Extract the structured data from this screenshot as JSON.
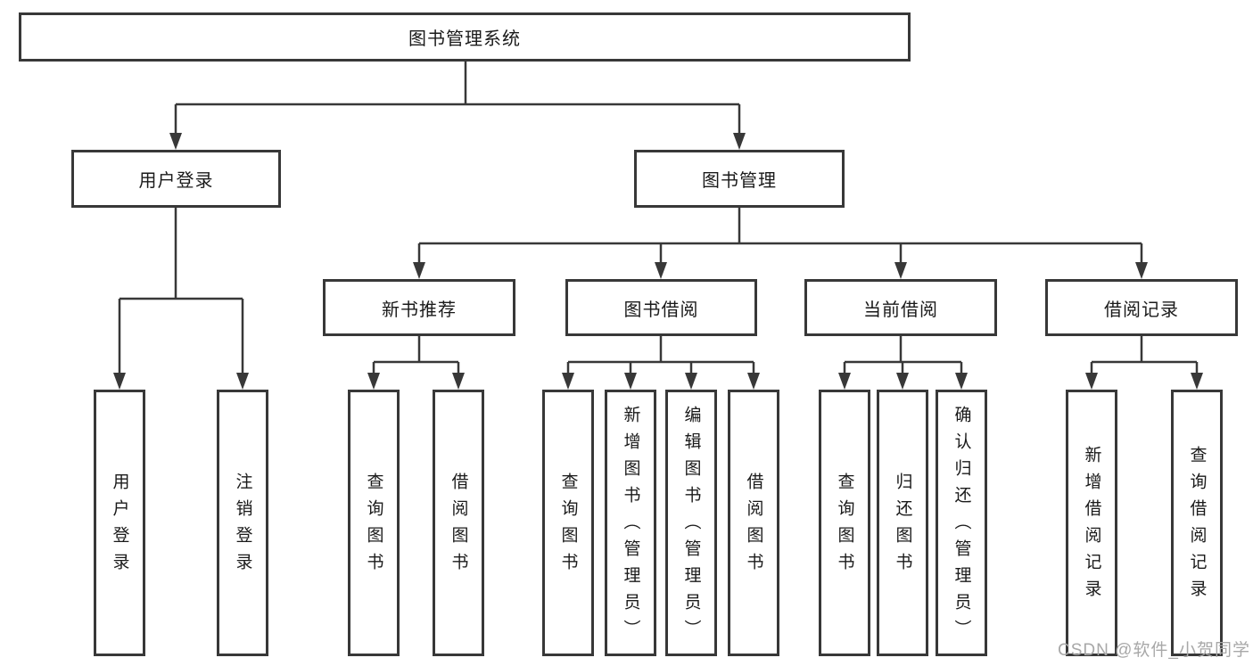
{
  "nodes": {
    "root": "图书管理系统",
    "user_login": "用户登录",
    "book_mgmt": "图书管理",
    "new_books": "新书推荐",
    "book_borrow": "图书借阅",
    "current_borrow": "当前借阅",
    "borrow_records": "借阅记录"
  },
  "leaves": {
    "user_login": [
      "用户登录",
      "注销登录"
    ],
    "new_books": [
      "查询图书",
      "借阅图书"
    ],
    "book_borrow": [
      "查询图书",
      "新增图书（管理员）",
      "编辑图书（管理员）",
      "借阅图书"
    ],
    "current_borrow": [
      "查询图书",
      "归还图书",
      "确认归还（管理员）"
    ],
    "borrow_records": [
      "新增借阅记录",
      "查询借阅记录"
    ]
  },
  "watermark": "CSDN @软件_小贺同学",
  "colors": {
    "line": "#383838",
    "text": "#1a1a1a",
    "watermark": "#a8a8a8",
    "background": "#ffffff"
  }
}
